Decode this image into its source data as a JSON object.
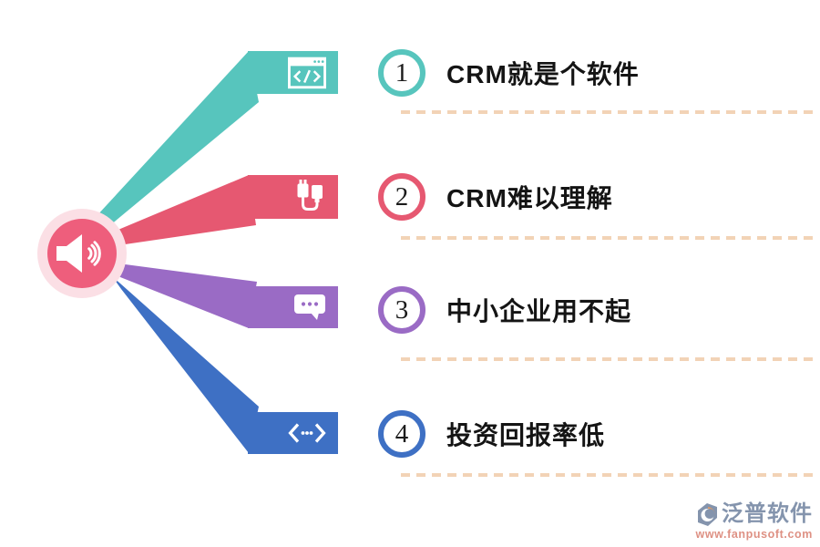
{
  "center": {
    "icon": "speaker-icon",
    "inner_color": "#ee5e7c",
    "ring_color": "#fbdfe5"
  },
  "items": [
    {
      "number": "1",
      "title": "CRM就是个软件",
      "color": "#57c5bd",
      "icon": "code-window-icon"
    },
    {
      "number": "2",
      "title": "CRM难以理解",
      "color": "#e65871",
      "icon": "usb-cable-icon"
    },
    {
      "number": "3",
      "title": "中小企业用不起",
      "color": "#9a6bc5",
      "icon": "chat-bubble-icon"
    },
    {
      "number": "4",
      "title": "投资回报率低",
      "color": "#3e70c4",
      "icon": "code-brackets-icon"
    }
  ],
  "divider_color": "#f2d3b6",
  "watermark": {
    "brand": "泛普软件",
    "url": "www.fanpusoft.com",
    "brand_color": "#8494ad",
    "url_color": "#de9184",
    "logo": "fanpu-logo-icon"
  }
}
